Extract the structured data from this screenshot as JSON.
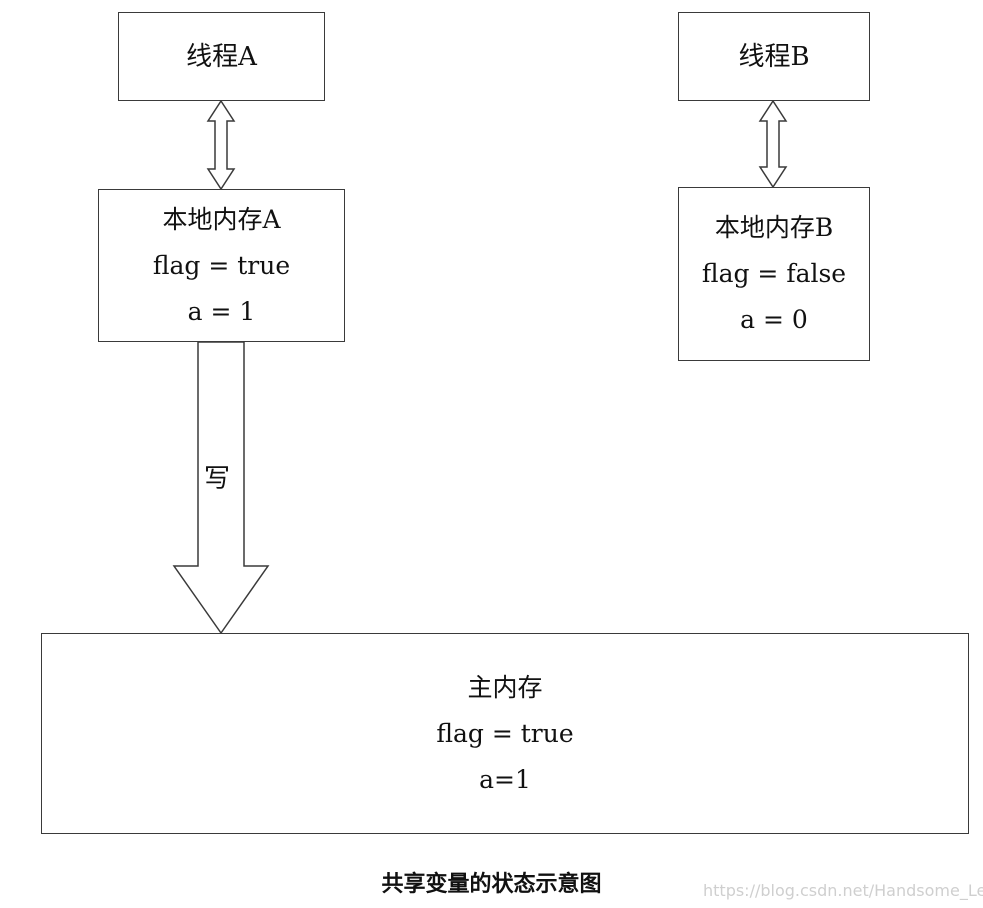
{
  "thread_a": {
    "title": "线程A"
  },
  "thread_b": {
    "title": "线程B"
  },
  "local_memory_a": {
    "title": "本地内存A",
    "flag_line": "flag = true",
    "a_line": "a = 1"
  },
  "local_memory_b": {
    "title": "本地内存B",
    "flag_line": "flag = false",
    "a_line": "a = 0"
  },
  "write_arrow": {
    "label": "写"
  },
  "main_memory": {
    "title": "主内存",
    "flag_line": "flag = true",
    "a_line": "a=1"
  },
  "caption": "共享变量的状态示意图",
  "watermark": "https://blog.csdn.net/Handsome_Le_le"
}
